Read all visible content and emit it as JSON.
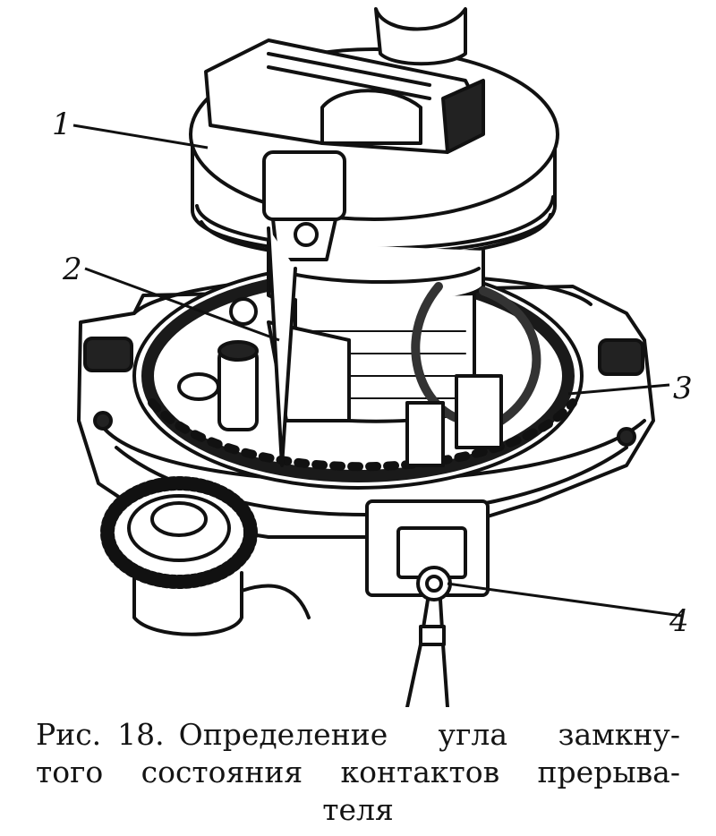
{
  "figure": {
    "callouts": [
      {
        "id": "1",
        "label": "1"
      },
      {
        "id": "2",
        "label": "2"
      },
      {
        "id": "3",
        "label": "3"
      },
      {
        "id": "4",
        "label": "4"
      }
    ]
  },
  "caption": {
    "prefix": "Рис.",
    "number": "18.",
    "line1": "Определение угла замкну-",
    "line2": "того состояния контактов прерыва-",
    "line3": "теля"
  }
}
